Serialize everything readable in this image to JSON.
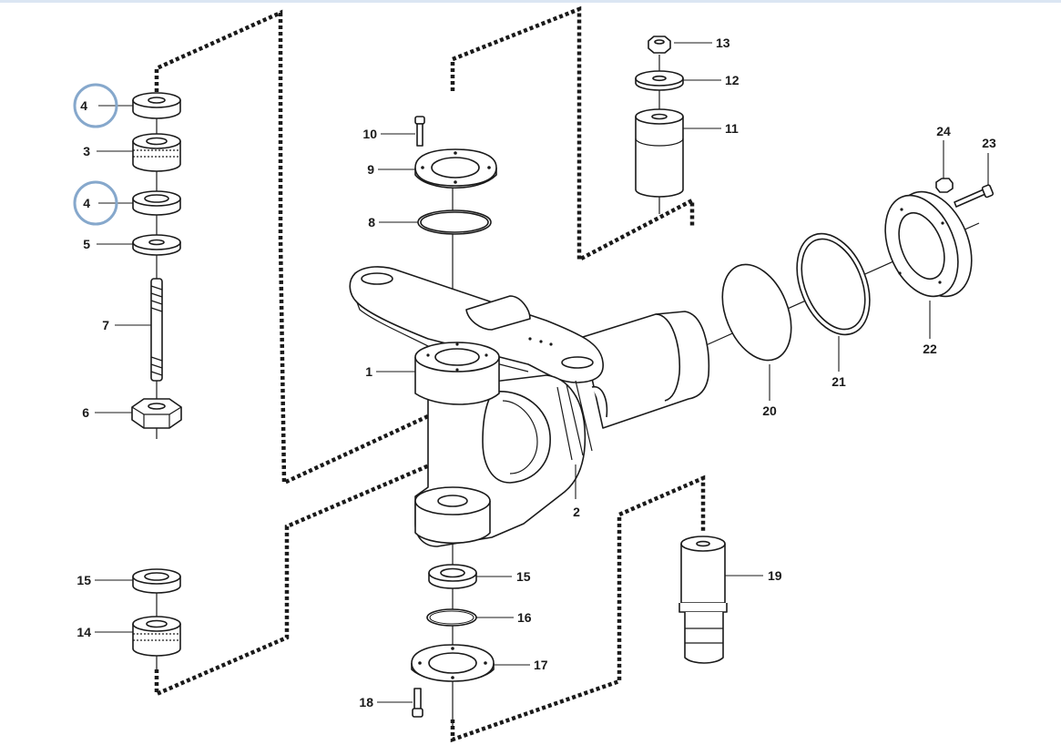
{
  "diagram": {
    "callouts": [
      {
        "id": "c4a",
        "label": "4"
      },
      {
        "id": "c3",
        "label": "3"
      },
      {
        "id": "c4b",
        "label": "4"
      },
      {
        "id": "c5",
        "label": "5"
      },
      {
        "id": "c7",
        "label": "7"
      },
      {
        "id": "c6",
        "label": "6"
      },
      {
        "id": "c10",
        "label": "10"
      },
      {
        "id": "c9",
        "label": "9"
      },
      {
        "id": "c8",
        "label": "8"
      },
      {
        "id": "c1",
        "label": "1"
      },
      {
        "id": "c2",
        "label": "2"
      },
      {
        "id": "c13",
        "label": "13"
      },
      {
        "id": "c12",
        "label": "12"
      },
      {
        "id": "c11",
        "label": "11"
      },
      {
        "id": "c24",
        "label": "24"
      },
      {
        "id": "c23",
        "label": "23"
      },
      {
        "id": "c22",
        "label": "22"
      },
      {
        "id": "c21",
        "label": "21"
      },
      {
        "id": "c20",
        "label": "20"
      },
      {
        "id": "c15a",
        "label": "15"
      },
      {
        "id": "c14",
        "label": "14"
      },
      {
        "id": "c15b",
        "label": "15"
      },
      {
        "id": "c16",
        "label": "16"
      },
      {
        "id": "c17",
        "label": "17"
      },
      {
        "id": "c18",
        "label": "18"
      },
      {
        "id": "c19",
        "label": "19"
      }
    ],
    "highlighted_parts": [
      "4"
    ],
    "colors": {
      "line": "#1a1a1a",
      "highlight_ring": "#86a8cc",
      "top_rule": "#dbe6f3",
      "background": "#ffffff"
    }
  }
}
